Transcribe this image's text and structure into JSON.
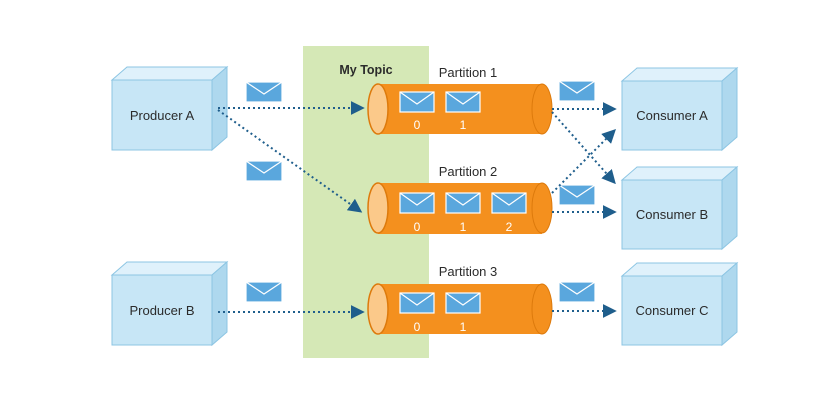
{
  "topic": {
    "label": "My Topic"
  },
  "producers": [
    {
      "id": "producer-a",
      "label": "Producer A"
    },
    {
      "id": "producer-b",
      "label": "Producer B"
    }
  ],
  "consumers": [
    {
      "id": "consumer-a",
      "label": "Consumer A"
    },
    {
      "id": "consumer-b",
      "label": "Consumer B"
    },
    {
      "id": "consumer-c",
      "label": "Consumer C"
    }
  ],
  "partitions": [
    {
      "label": "Partition 1",
      "messages": [
        "0",
        "1"
      ]
    },
    {
      "label": "Partition 2",
      "messages": [
        "0",
        "1",
        "2"
      ]
    },
    {
      "label": "Partition 3",
      "messages": [
        "0",
        "1"
      ]
    }
  ],
  "colors": {
    "box_front": "#c7e6f6",
    "box_top": "#dff1fb",
    "box_side": "#aed8ee",
    "box_edge": "#8cc5e3",
    "topic_bg": "#d5e8b6",
    "partition": "#f4901e",
    "partition_edge": "#dd7a0c",
    "partition_cap": "#fbc98a",
    "envelope": "#5aa7dd",
    "arrow": "#1f5e8c"
  },
  "icon": "envelope-icon"
}
